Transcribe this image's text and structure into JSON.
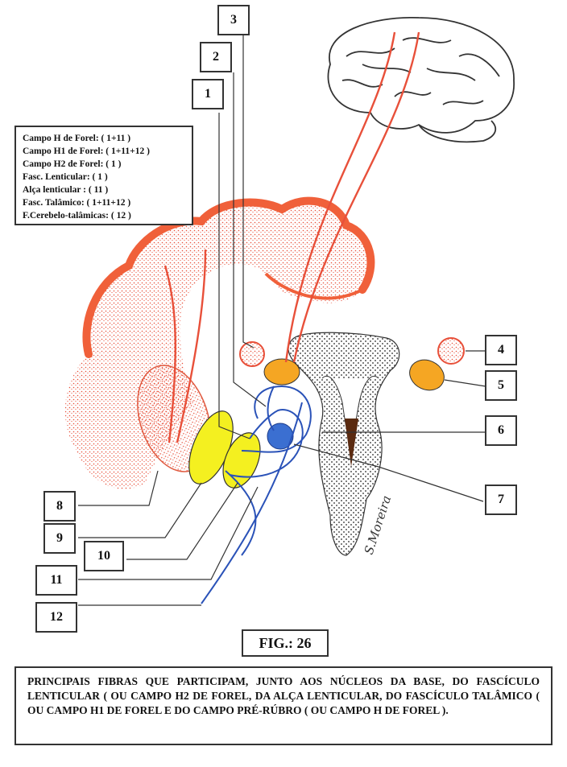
{
  "legend": {
    "rows": [
      "Campo H de Forel: ( 1+11 )",
      "Campo H1 de Forel: ( 1+11+12 )",
      "Campo H2 de Forel: ( 1 )",
      "Fasc. Lenticular: ( 1 )",
      "Alça  lenticular  : ( 11 )",
      "Fasc.  Talâmico:    ( 1+11+12 )",
      "F.Cerebelo-talâmicas: ( 12 )"
    ]
  },
  "labels": {
    "n1": "1",
    "n2": "2",
    "n3": "3",
    "n4": "4",
    "n5": "5",
    "n6": "6",
    "n7": "7",
    "n8": "8",
    "n9": "9",
    "n10": "10",
    "n11": "11",
    "n12": "12"
  },
  "figure_label": "FIG.: 26",
  "caption": "PRINCIPAIS FIBRAS QUE PARTICIPAM, JUNTO AOS NÚCLEOS DA BASE, DO FASCÍCULO LENTICULAR ( OU CAMPO H2 DE FOREL, DA ALÇA LENTICULAR, DO FASCÍCULO TALÂMICO ( OU CAMPO H1 DE FOREL E DO CAMPO PRÉ-RÚBRO ( OU CAMPO H DE FOREL ).",
  "signature": "S.Moreira",
  "colors": {
    "cortex": "#f0603a",
    "putamen_fill": "#f6b8b0",
    "globus_pallidus": "#f4f020",
    "red_nucleus": "#e8503a",
    "orange_nucleus": "#f5a623",
    "blue_nucleus": "#3b6fd1",
    "fiber_blue": "#2a52b8",
    "fiber_red": "#e8503a",
    "brainstem": "#3a3a3a"
  }
}
